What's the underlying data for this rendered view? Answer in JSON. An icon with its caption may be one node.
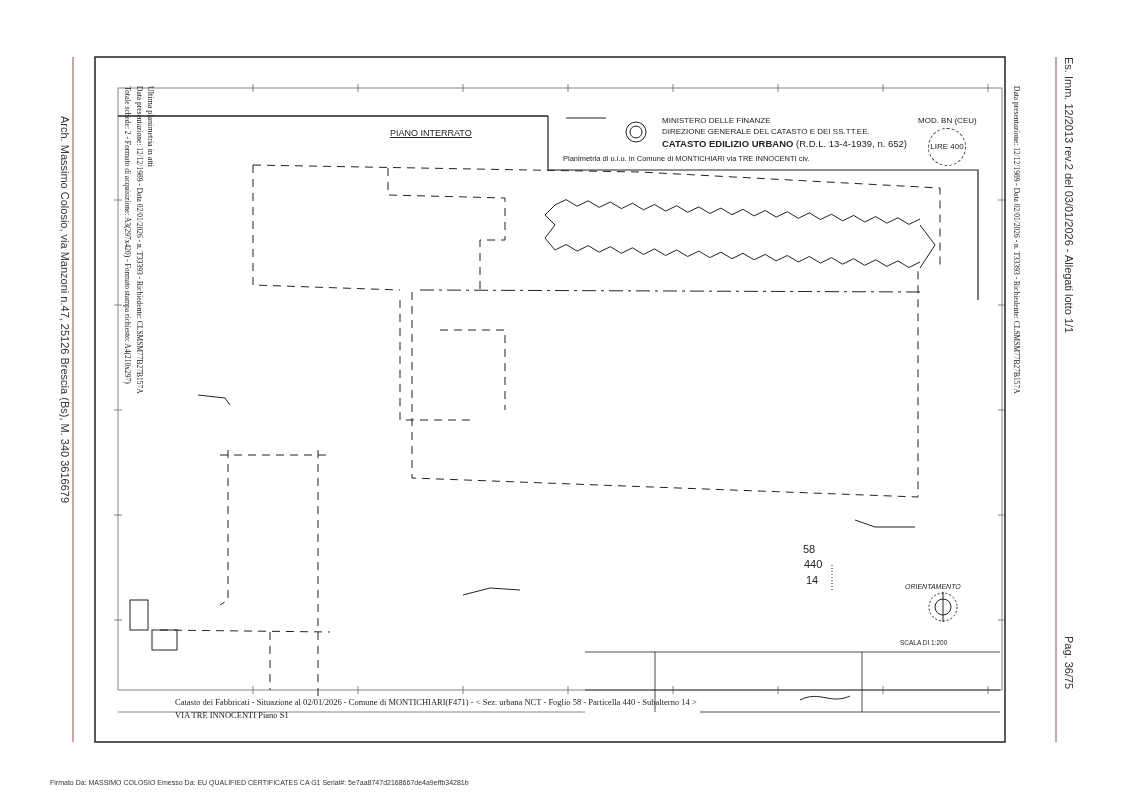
{
  "diagram": {
    "labels": [
      "Ultima planimetria in atti",
      "Data presentazione: 12/12/1989 - Data 02/01/2026 - n. T33393 - Richiedente: CLSMSM77B27B157A",
      "Totale schede: 2 - Formato di acquisizione: A3(297x420) - Formato stampa richiesto: A4(210x297)",
      "PIANO INTERRATO",
      "MINISTERO DELLE FINANZE",
      "DIREZIONE GENERALE DEL CATASTO E DEI SS.TT.EE.",
      "**CATASTO EDILIZIO URBANO** (R.D.L. 13-4-1939, n. 652)",
      "MOD. BN (CEU)",
      "LIRE 400",
      "Planimetria di u.i.u. in Comune di MONTICHIARI via TRE INNOCENTI civ.",
      "ORIENTAMENTO",
      "SCALA DI 1:200",
      "58",
      "440",
      "14",
      "Catasto dei Fabbricati - Situazione al 02/01/2026 - Comune di MONTICHIARI(F471) - < Sez. urbana NCT - Foglio 58 - Particella 440 - Subalterno 14 >",
      "VIA TRE INNOCENTI Piano S1",
      "Data presentazione: 12/12/1989 - Data 02/01/2026 - n. T33393 - Richiedente: CLSMSM77B27B157A",
      "Arch. Massimo Colosio, via Manzoni n.47, 25126 Brescia (Bs), M. 340 3616679",
      "Es. Imm. 12/2013 rev.2 del 03/01/2026 - Allegati lotto 1/1",
      "Pag. 36/75",
      "Firmato Da: MASSIMO COLOSIO Emesso Da: EU QUALIFIED CERTIFICATES CA G1 Serial#: 5e7aa8747d2168667de4a9effb34281b"
    ]
  }
}
